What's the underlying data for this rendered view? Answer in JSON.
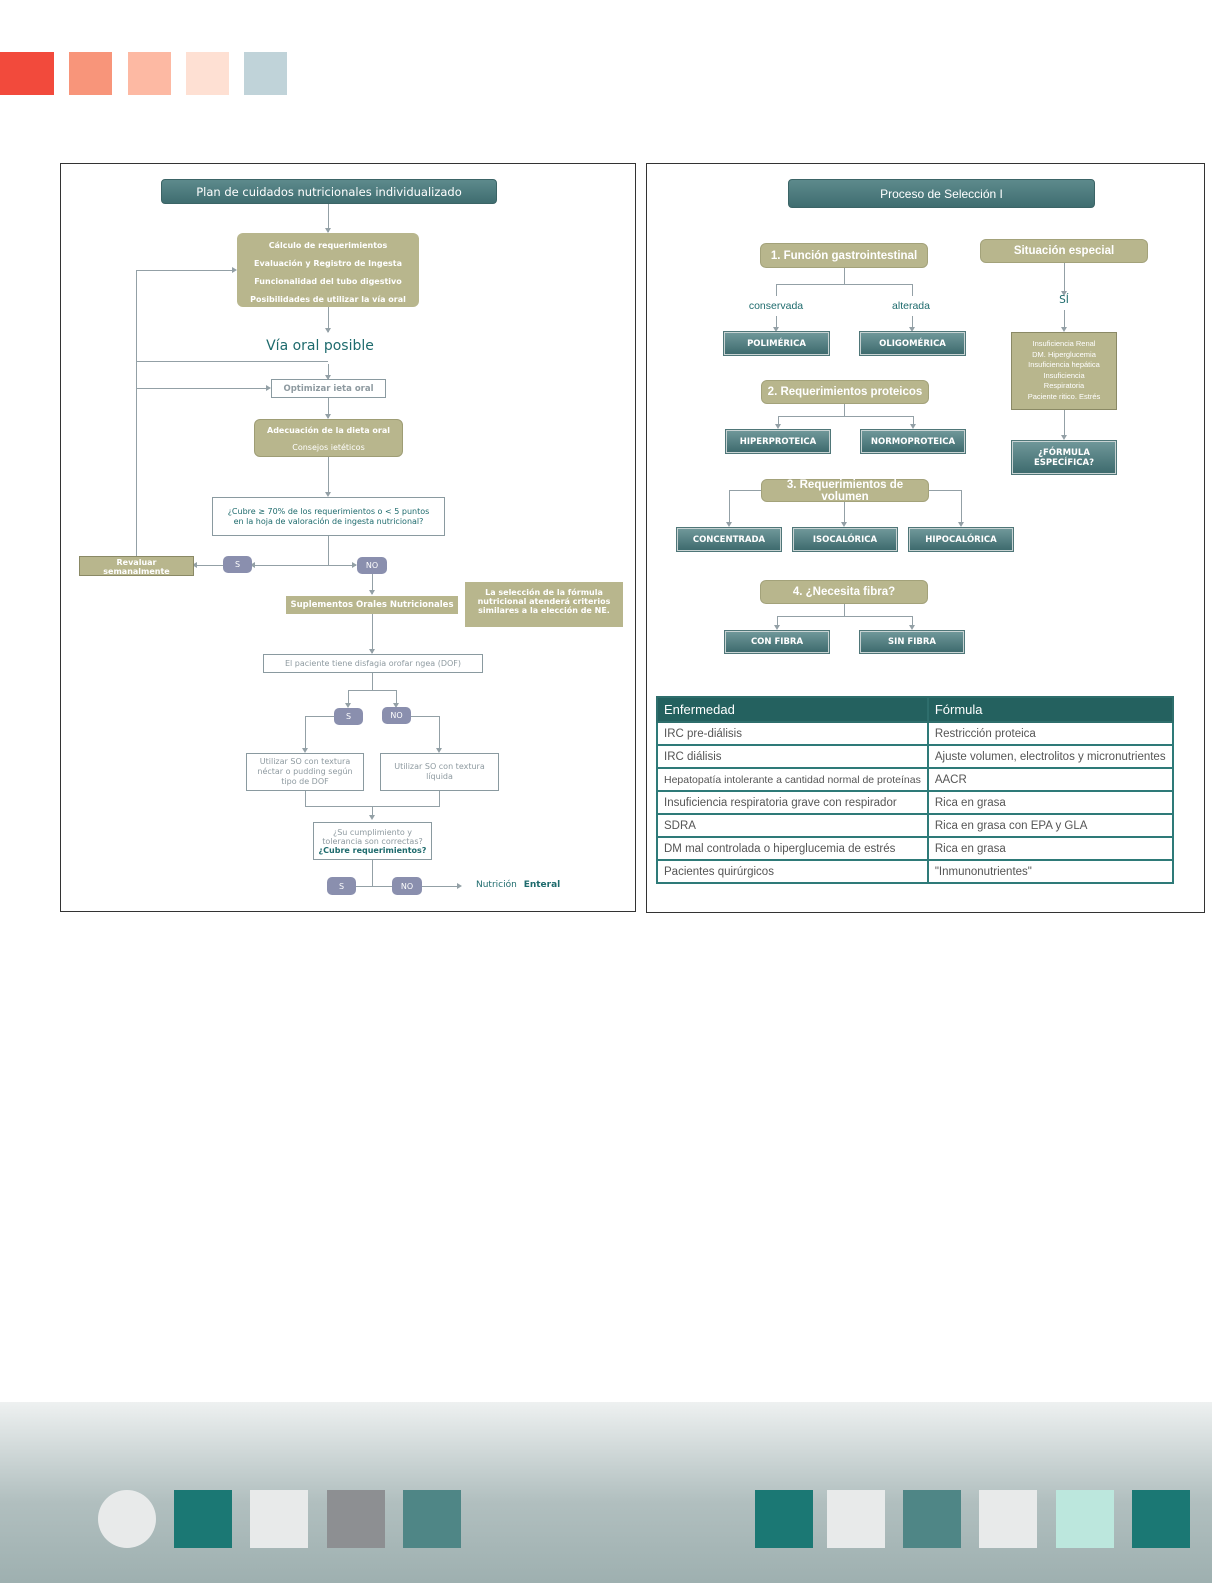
{
  "colors": {
    "top_squares": [
      "#f24a3c",
      "#f8957a",
      "#fdb9a3",
      "#fee0d3",
      "#c0d3d9"
    ],
    "footer_left": [
      "#e8eaea",
      "#1b7874",
      "#e8eaea",
      "#8d8f92",
      "#4f8686"
    ],
    "footer_right": [
      "#1b7874",
      "#e8eaea",
      "#4f8686",
      "#e8eaea",
      "#bce7dd",
      "#1b7874"
    ],
    "teal_dark": "#24615f",
    "olive": "#b8b68d",
    "pill": "#8a8fae"
  },
  "left": {
    "title": "Plan de cuidados nutricionales individualizado",
    "req_box": [
      "Cálculo de  requerimientos",
      "Evaluación y Registro de Ingesta",
      "Funcionalidad del tubo digestivo",
      "Posibilidades de utilizar la vía oral"
    ],
    "via_oral": "Vía oral posible",
    "optimizar": "Optimizar   ieta oral",
    "adecuacion": "Adecuación de la dieta oral",
    "consejos": "Consejos   ietéticos",
    "cubre_q1": "¿Cubre   ≥ 70% de los requerimientos o < 5 puntos",
    "cubre_q2": "en la hoja de valoración de ingesta nutricional?",
    "revaluar1": "Revaluar",
    "revaluar2": "semanalmente",
    "si": "S",
    "no": "NO",
    "suplementos": "Suplementos Orales Nutricionales",
    "seleccion": "La selección de la fórmula nutricional atenderá criterios similares a la elección de NE.",
    "disfagia": "El paciente tiene disfagia orofar ngea (DOF)",
    "textura_nectar": "Utilizar SO con textura néctar o pudding según tipo de DOF",
    "textura_liquida": "Utilizar SO con textura líquida",
    "cumplimiento1": "¿Su cumplimiento y",
    "cumplimiento2": "tolerancia son correctas?",
    "cumplimiento3": "¿Cubre requerimientos?",
    "nutricion": "Nutrición",
    "enteral": "Enteral"
  },
  "right": {
    "title": "Proceso de Selección I",
    "q1": "1. Función gastrointestinal",
    "conservada": "conservada",
    "alterada": "alterada",
    "polimerica": "POLIMÉRICA",
    "oligomerica": "OLIGOMÉRICA",
    "situacion": "Situación especial",
    "si": "SÍ",
    "situaciones": [
      "Insuficiencia Renal",
      "DM. Hiperglucemia",
      "Insuficiencia hepática",
      "Insuficiencia",
      "Respiratoria",
      "Paciente   ritico. Estrés"
    ],
    "formula_especifica": "¿FÓRMULA ESPECÍFICA?",
    "q2": "2. Requerimientos proteicos",
    "hiperproteica": "HIPERPROTEICA",
    "normoproteica": "NORMOPROTEICA",
    "q3": "3. Requerimientos de volumen",
    "concentrada": "CONCENTRADA",
    "isocalorica": "ISOCALÓRICA",
    "hipocalorica": "HIPOCALÓRICA",
    "q4": "4. ¿Necesita fibra?",
    "con_fibra": "CON FIBRA",
    "sin_fibra": "SIN FIBRA"
  },
  "table": {
    "headers": [
      "Enfermedad",
      "Fórmula"
    ],
    "rows": [
      [
        "IRC pre-diálisis",
        "Restricción proteica"
      ],
      [
        "IRC diálisis",
        "Ajuste volumen, electrolitos  y micronutrientes"
      ],
      [
        "Hepatopatía intolerante a cantidad normal de proteínas",
        "AACR"
      ],
      [
        "Insuficiencia respiratoria grave con respirador",
        "Rica en grasa"
      ],
      [
        "SDRA",
        "Rica en grasa con EPA y GLA"
      ],
      [
        "DM mal controlada o hiperglucemia de estrés",
        "Rica en grasa"
      ],
      [
        "Pacientes quirúrgicos",
        "\"Inmunonutrientes\""
      ]
    ]
  }
}
